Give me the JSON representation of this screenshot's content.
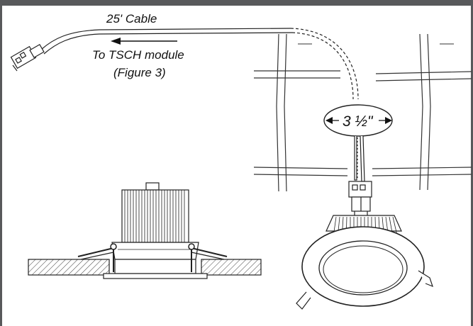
{
  "figure": {
    "frame_color": "#58595b",
    "cable_label": "25' Cable",
    "arrow_label_line1": "To TSCH module",
    "arrow_label_line2": "(Figure 3)",
    "hole_size_label": "3 ½\""
  },
  "icons": [
    "connector-plug-icon",
    "arrow-left-icon",
    "ceiling-grid-icon",
    "downlight-fixture-icon",
    "mounted-fixture-icon"
  ]
}
